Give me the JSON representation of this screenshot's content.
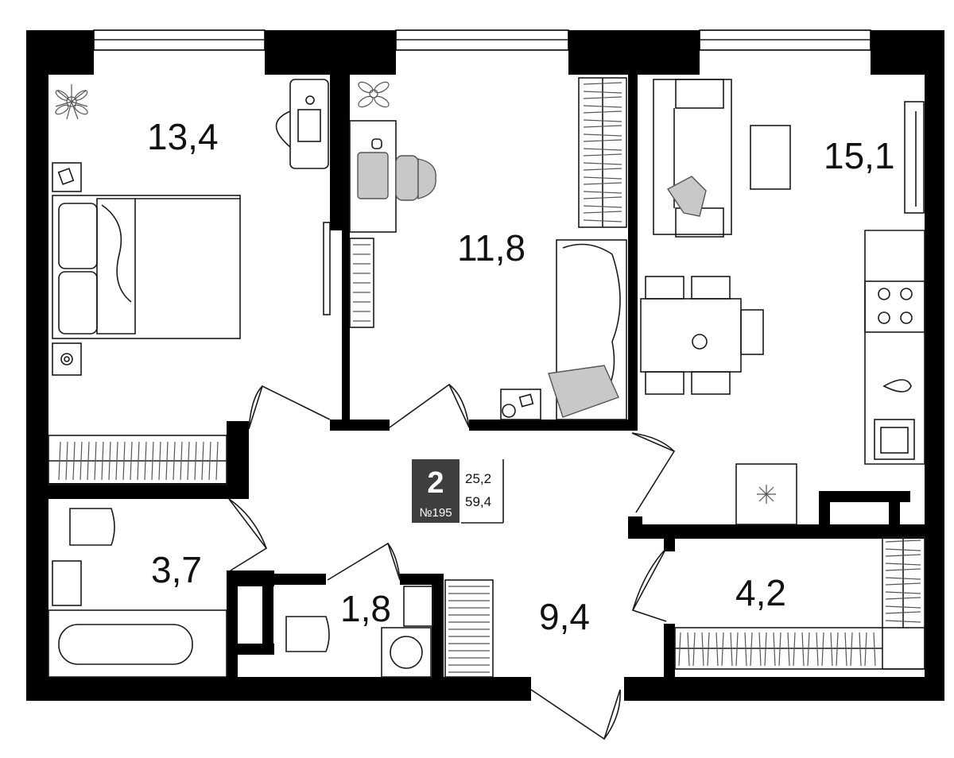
{
  "apartment": {
    "rooms": "2",
    "number": "№195",
    "living_area": "25,2",
    "total_area": "59,4"
  },
  "rooms": {
    "bedroom": "13,4",
    "children_room": "11,8",
    "kitchen_living": "15,1",
    "bathroom": "3,7",
    "toilet": "1,8",
    "hallway": "9,4",
    "wardrobe": "4,2"
  }
}
